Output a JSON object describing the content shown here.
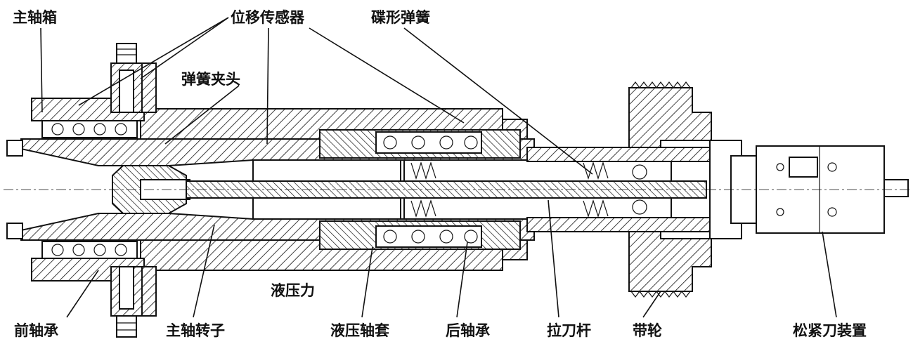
{
  "labels": {
    "spindle_box": "主轴箱",
    "displacement_sensor": "位移传感器",
    "disc_spring": "碟形弹簧",
    "spring_collet": "弹簧夹头",
    "hydraulic_force": "液压力",
    "front_bearing": "前轴承",
    "spindle_rotor": "主轴转子",
    "hydraulic_sleeve": "液压轴套",
    "rear_bearing": "后轴承",
    "draw_bar": "拉刀杆",
    "pulley": "带轮",
    "clamp_device": "松紧刀装置"
  }
}
